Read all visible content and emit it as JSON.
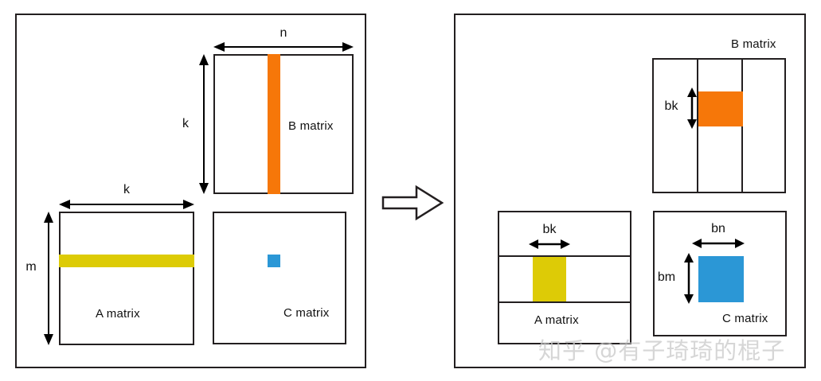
{
  "figure": {
    "title": "Blocked matrix multiplication tiling diagram",
    "watermark": "知乎 @有子琦琦的棍子",
    "colors": {
      "orange": "#f67709",
      "yellow": "#ddcb06",
      "blue": "#2b97d6",
      "outline": "#231f20",
      "background": "#ffffff"
    }
  },
  "left_panel": {
    "name": "naive-matrix-multiply",
    "b_matrix": {
      "label": "B matrix",
      "dim_top": "n",
      "dim_left": "k",
      "highlight": "orange-column-stripe"
    },
    "a_matrix": {
      "label": "A matrix",
      "dim_top": "k",
      "dim_left": "m",
      "highlight": "yellow-row-stripe"
    },
    "c_matrix": {
      "label": "C matrix",
      "highlight": "blue-single-element"
    }
  },
  "transform_arrow": {
    "name": "transform-arrow",
    "direction": "right"
  },
  "right_panel": {
    "name": "blocked-matrix-multiply",
    "b_matrix": {
      "label": "B matrix",
      "dim_left": "bk",
      "highlight": "orange-block"
    },
    "a_matrix": {
      "label": "A matrix",
      "dim_top": "bk",
      "highlight": "yellow-block"
    },
    "c_matrix": {
      "label": "C matrix",
      "dim_top": "bn",
      "dim_left": "bm",
      "highlight": "blue-block"
    }
  }
}
